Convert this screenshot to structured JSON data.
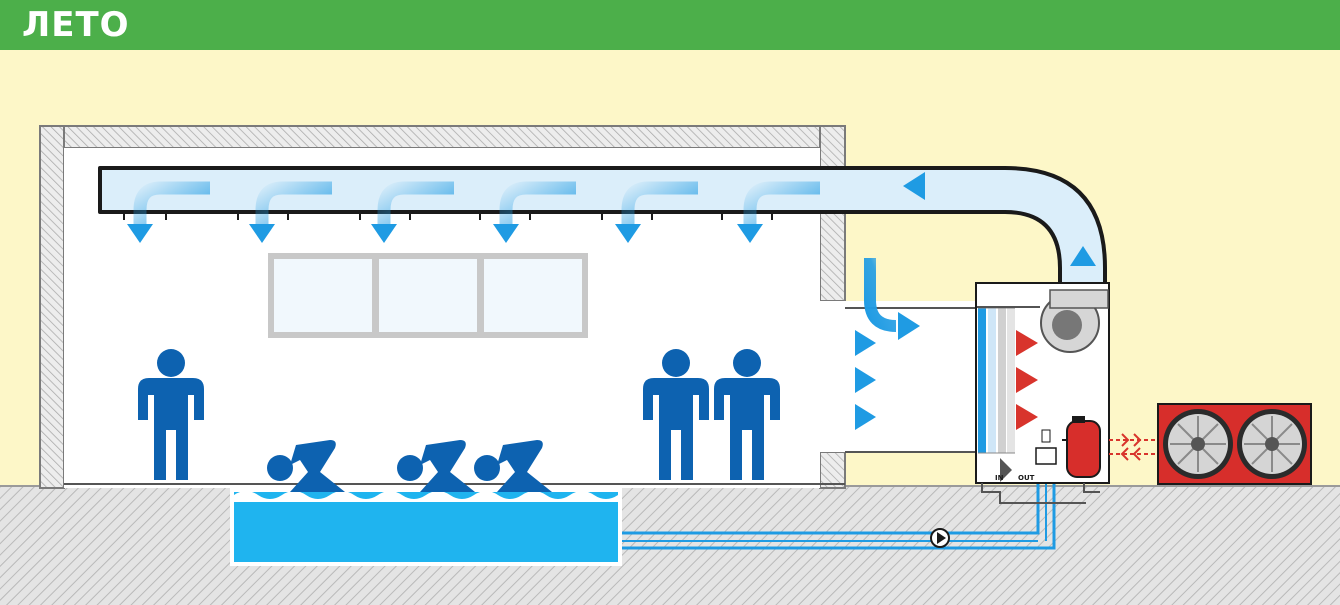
{
  "header": {
    "title": "ЛЕТО"
  },
  "unit": {
    "port_in_label": "IN",
    "port_out_label": "OUT"
  },
  "colors": {
    "header_green": "#4caf4a",
    "background_cream": "#fdf7c8",
    "pool_water": "#1fb4ef",
    "people_blue": "#0d62b0",
    "airflow_cold": "#1f9be3",
    "airflow_warm": "#d8342c",
    "condenser_red": "#d72e2b"
  }
}
